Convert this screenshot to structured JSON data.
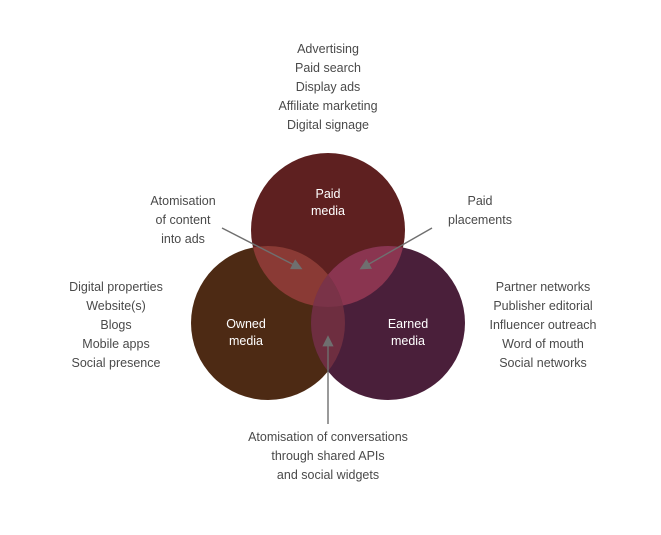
{
  "colors": {
    "paid": "#5e2020",
    "owned": "#4d2a14",
    "earned": "#4a1f3a",
    "overlap_paid_owned": "#8a3a35",
    "overlap_paid_earned": "#8a3550",
    "overlap_all": "#6e2e40",
    "text": "#4a4a4a",
    "arrow": "#6f6f6f"
  },
  "circles": {
    "paid": {
      "label": [
        "Paid",
        "media"
      ]
    },
    "owned": {
      "label": [
        "Owned",
        "media"
      ]
    },
    "earned": {
      "label": [
        "Earned",
        "media"
      ]
    }
  },
  "top_list": [
    "Advertising",
    "Paid search",
    "Display ads",
    "Affiliate marketing",
    "Digital signage"
  ],
  "left_list": [
    "Digital properties",
    "Website(s)",
    "Blogs",
    "Mobile apps",
    "Social presence"
  ],
  "right_list": [
    "Partner networks",
    "Publisher editorial",
    "Influencer outreach",
    "Word of mouth",
    "Social networks"
  ],
  "annotation_left": [
    "Atomisation",
    "of content",
    "into ads"
  ],
  "annotation_right": [
    "Paid",
    "placements"
  ],
  "annotation_bottom": [
    "Atomisation of conversations",
    "through shared APIs",
    "and social widgets"
  ]
}
